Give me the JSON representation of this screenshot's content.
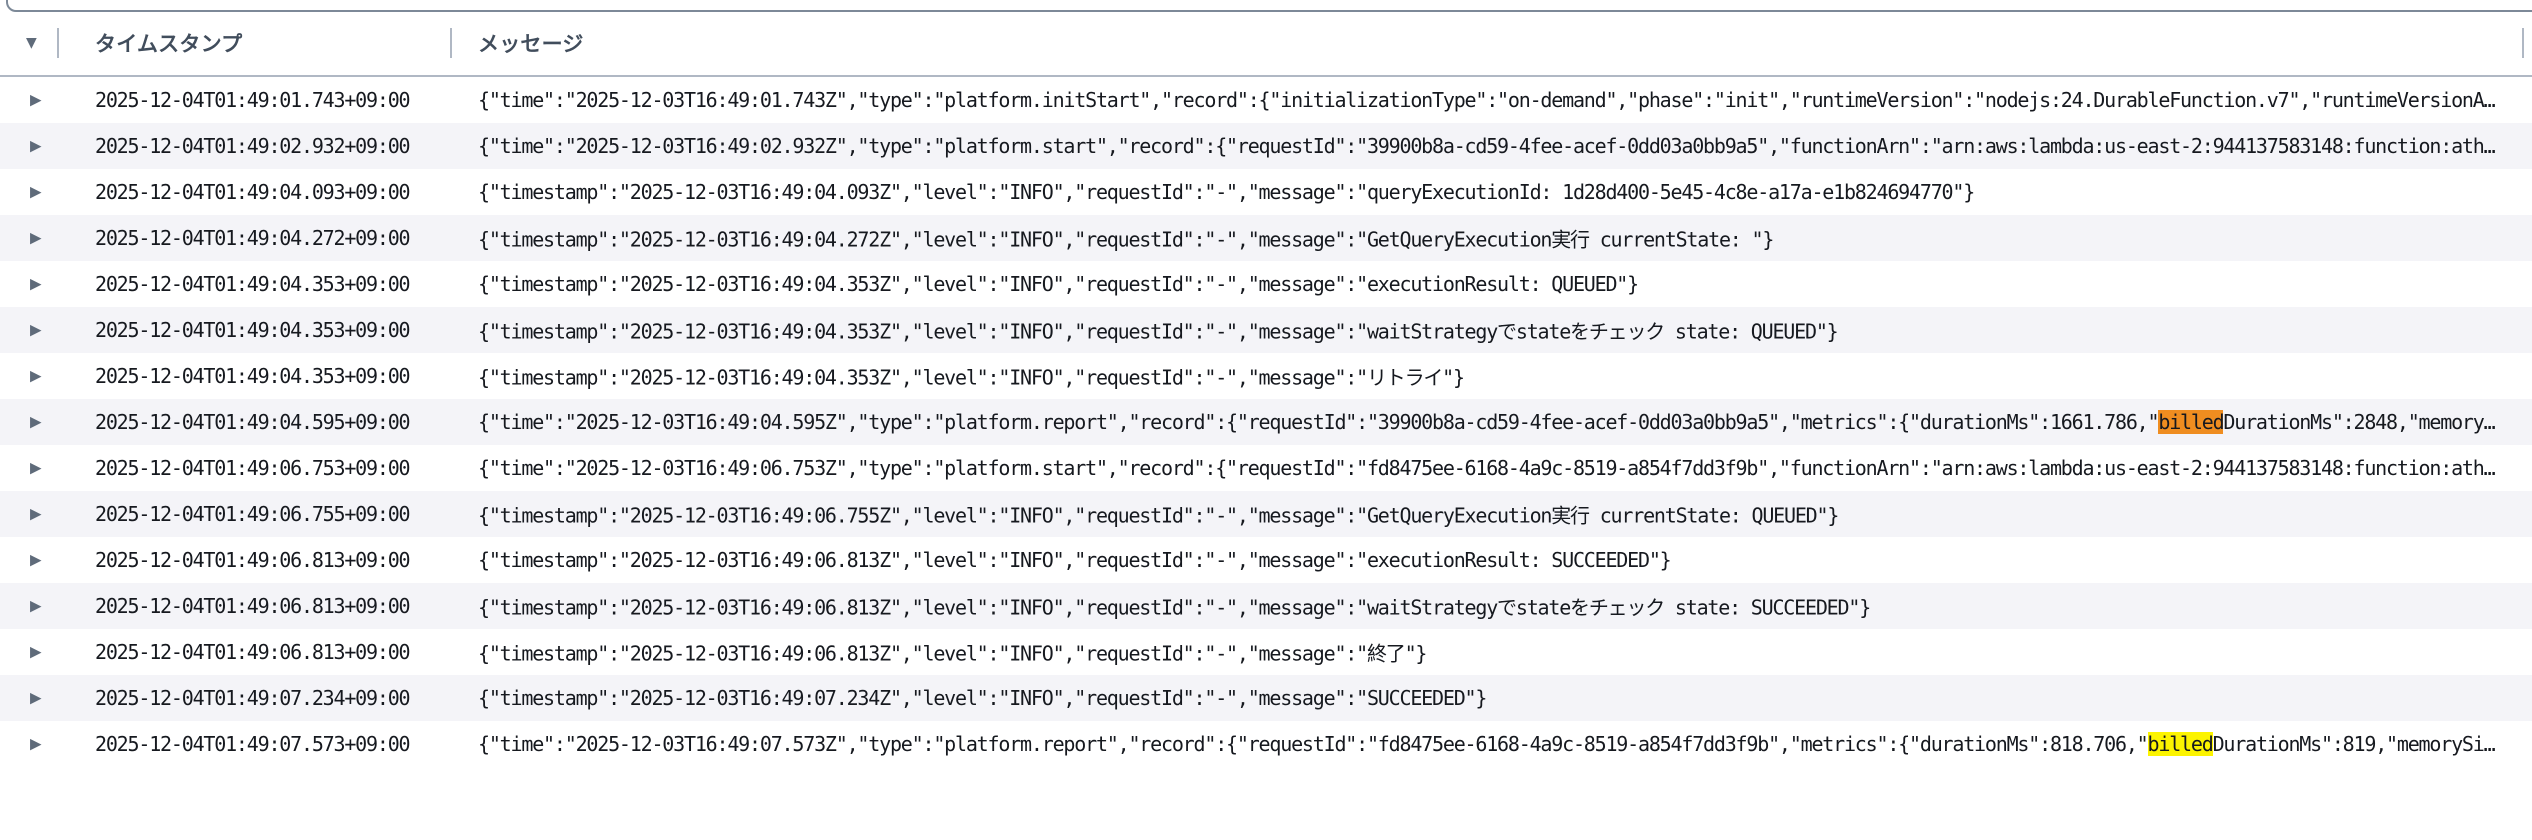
{
  "icons": {
    "header_expand_all": "▼",
    "row_expand": "▶"
  },
  "colors": {
    "header_text": "#414d5c",
    "row_text": "#16191f",
    "caret": "#5f6b7a",
    "stripe": "#f4f4f8",
    "line_mid": "#b0b8c4",
    "line_strong": "#7d8998",
    "match_current": "#ef8d20",
    "match_other": "#fcf400"
  },
  "table": {
    "header": {
      "timestamp_label": "タイムスタンプ",
      "message_label": "メッセージ"
    },
    "rows": [
      {
        "timestamp": "2025-12-04T01:49:01.743+09:00",
        "segments": [
          {
            "text": "{\"time\":\"2025-12-03T16:49:01.743Z\",\"type\":\"platform.initStart\",\"record\":{\"initializationType\":\"on-demand\",\"phase\":\"init\",\"runtimeVersion\":\"nodejs:24.DurableFunction.v7\",\"runtimeVersionA…"
          }
        ]
      },
      {
        "timestamp": "2025-12-04T01:49:02.932+09:00",
        "segments": [
          {
            "text": "{\"time\":\"2025-12-03T16:49:02.932Z\",\"type\":\"platform.start\",\"record\":{\"requestId\":\"39900b8a-cd59-4fee-acef-0dd03a0bb9a5\",\"functionArn\":\"arn:aws:lambda:us-east-2:944137583148:function:ath…"
          }
        ]
      },
      {
        "timestamp": "2025-12-04T01:49:04.093+09:00",
        "segments": [
          {
            "text": "{\"timestamp\":\"2025-12-03T16:49:04.093Z\",\"level\":\"INFO\",\"requestId\":\"-\",\"message\":\"queryExecutionId: 1d28d400-5e45-4c8e-a17a-e1b824694770\"}"
          }
        ]
      },
      {
        "timestamp": "2025-12-04T01:49:04.272+09:00",
        "segments": [
          {
            "text": "{\"timestamp\":\"2025-12-03T16:49:04.272Z\",\"level\":\"INFO\",\"requestId\":\"-\",\"message\":\"GetQueryExecution実行 currentState: \"}"
          }
        ]
      },
      {
        "timestamp": "2025-12-04T01:49:04.353+09:00",
        "segments": [
          {
            "text": "{\"timestamp\":\"2025-12-03T16:49:04.353Z\",\"level\":\"INFO\",\"requestId\":\"-\",\"message\":\"executionResult: QUEUED\"}"
          }
        ]
      },
      {
        "timestamp": "2025-12-04T01:49:04.353+09:00",
        "segments": [
          {
            "text": "{\"timestamp\":\"2025-12-03T16:49:04.353Z\",\"level\":\"INFO\",\"requestId\":\"-\",\"message\":\"waitStrategyでstateをチェック state: QUEUED\"}"
          }
        ]
      },
      {
        "timestamp": "2025-12-04T01:49:04.353+09:00",
        "segments": [
          {
            "text": "{\"timestamp\":\"2025-12-03T16:49:04.353Z\",\"level\":\"INFO\",\"requestId\":\"-\",\"message\":\"リトライ\"}"
          }
        ]
      },
      {
        "timestamp": "2025-12-04T01:49:04.595+09:00",
        "segments": [
          {
            "text": "{\"time\":\"2025-12-03T16:49:04.595Z\",\"type\":\"platform.report\",\"record\":{\"requestId\":\"39900b8a-cd59-4fee-acef-0dd03a0bb9a5\",\"metrics\":{\"durationMs\":1661.786,\""
          },
          {
            "text": "billed",
            "highlight": "current"
          },
          {
            "text": "DurationMs\":2848,\"memory…"
          }
        ]
      },
      {
        "timestamp": "2025-12-04T01:49:06.753+09:00",
        "segments": [
          {
            "text": "{\"time\":\"2025-12-03T16:49:06.753Z\",\"type\":\"platform.start\",\"record\":{\"requestId\":\"fd8475ee-6168-4a9c-8519-a854f7dd3f9b\",\"functionArn\":\"arn:aws:lambda:us-east-2:944137583148:function:ath…"
          }
        ]
      },
      {
        "timestamp": "2025-12-04T01:49:06.755+09:00",
        "segments": [
          {
            "text": "{\"timestamp\":\"2025-12-03T16:49:06.755Z\",\"level\":\"INFO\",\"requestId\":\"-\",\"message\":\"GetQueryExecution実行 currentState: QUEUED\"}"
          }
        ]
      },
      {
        "timestamp": "2025-12-04T01:49:06.813+09:00",
        "segments": [
          {
            "text": "{\"timestamp\":\"2025-12-03T16:49:06.813Z\",\"level\":\"INFO\",\"requestId\":\"-\",\"message\":\"executionResult: SUCCEEDED\"}"
          }
        ]
      },
      {
        "timestamp": "2025-12-04T01:49:06.813+09:00",
        "segments": [
          {
            "text": "{\"timestamp\":\"2025-12-03T16:49:06.813Z\",\"level\":\"INFO\",\"requestId\":\"-\",\"message\":\"waitStrategyでstateをチェック state: SUCCEEDED\"}"
          }
        ]
      },
      {
        "timestamp": "2025-12-04T01:49:06.813+09:00",
        "segments": [
          {
            "text": "{\"timestamp\":\"2025-12-03T16:49:06.813Z\",\"level\":\"INFO\",\"requestId\":\"-\",\"message\":\"終了\"}"
          }
        ]
      },
      {
        "timestamp": "2025-12-04T01:49:07.234+09:00",
        "segments": [
          {
            "text": "{\"timestamp\":\"2025-12-03T16:49:07.234Z\",\"level\":\"INFO\",\"requestId\":\"-\",\"message\":\"SUCCEEDED\"}"
          }
        ]
      },
      {
        "timestamp": "2025-12-04T01:49:07.573+09:00",
        "segments": [
          {
            "text": "{\"time\":\"2025-12-03T16:49:07.573Z\",\"type\":\"platform.report\",\"record\":{\"requestId\":\"fd8475ee-6168-4a9c-8519-a854f7dd3f9b\",\"metrics\":{\"durationMs\":818.706,\""
          },
          {
            "text": "billed",
            "highlight": "match"
          },
          {
            "text": "DurationMs\":819,\"memorySi…"
          }
        ]
      }
    ]
  }
}
